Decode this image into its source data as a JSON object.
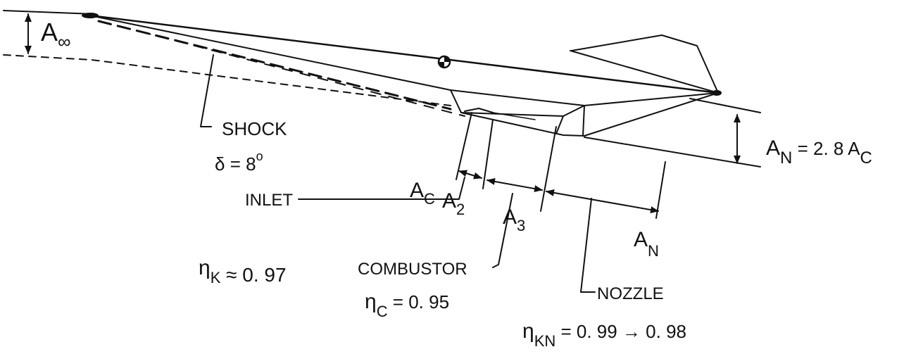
{
  "labels": {
    "a_inf": {
      "main": "A",
      "sub": "∞"
    },
    "shock": "SHOCK",
    "delta": {
      "main": "δ = 8",
      "sup": "o"
    },
    "an_eq": {
      "main": "A",
      "sub": "N",
      "rest": " = 2. 8 A",
      "sub2": "C"
    },
    "ac": {
      "main": "A",
      "sub": "C"
    },
    "a2": {
      "main": "A",
      "sub": "2"
    },
    "a3": {
      "main": "A",
      "sub": "3"
    },
    "an": {
      "main": "A",
      "sub": "N"
    },
    "inlet": "INLET",
    "eta_k": {
      "main": "η",
      "sub": "K",
      "rest": " ≈  0. 97"
    },
    "combustor": "COMBUSTOR",
    "eta_c": {
      "main": "η",
      "sub": "C",
      "rest": "  =  0. 95"
    },
    "nozzle": "NOZZLE",
    "eta_kn": {
      "main": "η",
      "sub": "KN",
      "rest": " = 0. 99 → 0. 98"
    }
  },
  "colors": {
    "ink": "#111111",
    "background": "#ffffff"
  }
}
